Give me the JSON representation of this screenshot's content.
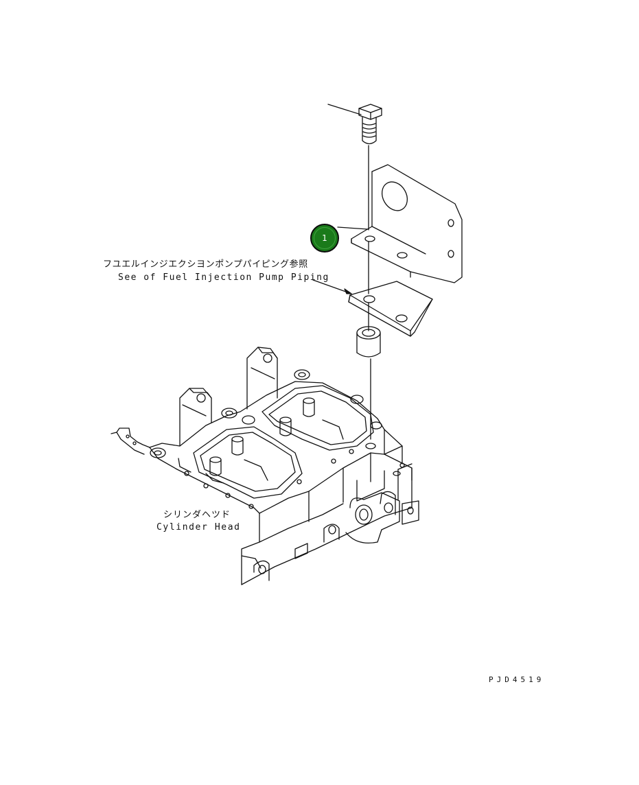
{
  "callout": {
    "number": "1",
    "color": "#1a7a1a"
  },
  "labels": {
    "fuel_pump_ref_jp": "フユエルインジエクシヨンポンプパイピング参照",
    "fuel_pump_ref_en": "See of Fuel Injection Pump Piping",
    "cylinder_head_jp": "シリンダヘツド",
    "cylinder_head_en": "Cylinder Head",
    "drawing_number": "PJD4519"
  }
}
